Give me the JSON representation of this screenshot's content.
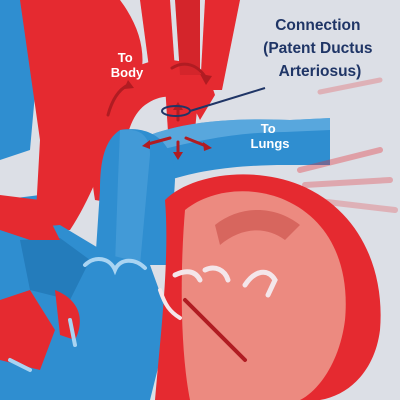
{
  "diagram": {
    "labels": {
      "to_body": "To\nBody",
      "to_lungs": "To\nLungs",
      "callout": "Connection\n(Patent Ductus\nArteriosus)"
    },
    "colors": {
      "background": "#dcdfe6",
      "oxygen_rich_red": "#e52a30",
      "dark_red": "#b01c22",
      "oxygen_poor_blue": "#2f8ed0",
      "light_blue": "#74b8e6",
      "deep_blue": "#1e6fae",
      "heart_muscle": "#ec8a80",
      "heart_muscle_dark": "#d7665e",
      "valve_white": "#f4e6ea",
      "callout_text": "#1f3566"
    }
  }
}
